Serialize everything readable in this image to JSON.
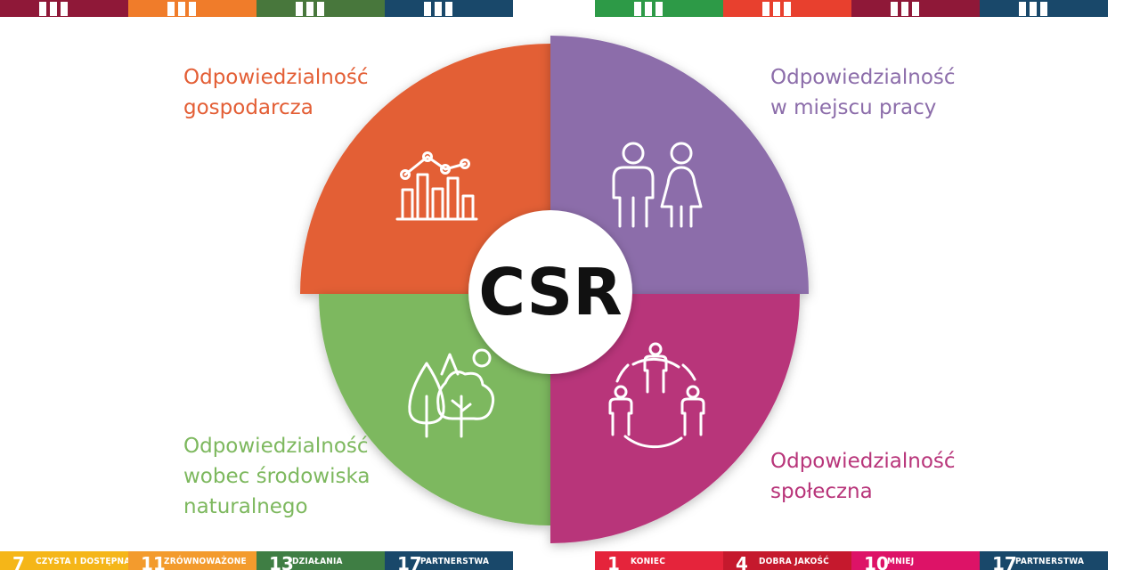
{
  "center_label": "CSR",
  "segments": [
    {
      "id": "economic",
      "lines": [
        "Odpowiedzialność",
        "gospodarcza"
      ],
      "color": "#e35e35",
      "icon": "bar-chart-icon"
    },
    {
      "id": "workplace",
      "lines": [
        "Odpowiedzialność",
        "w miejscu pracy"
      ],
      "color": "#8c6daa",
      "icon": "people-icon"
    },
    {
      "id": "environment",
      "lines": [
        "Odpowiedzialność",
        "wobec środowiska",
        "naturalnego"
      ],
      "color": "#7db85e",
      "icon": "trees-icon"
    },
    {
      "id": "social",
      "lines": [
        "Odpowiedzialność",
        "społeczna"
      ],
      "color": "#b8357a",
      "icon": "community-icon"
    }
  ],
  "sdg_tiles": {
    "top_left": [
      {
        "color": "#8f1838"
      },
      {
        "color": "#f07c2a"
      },
      {
        "color": "#48773c"
      },
      {
        "color": "#19486a"
      }
    ],
    "top_right": [
      {
        "color": "#2d9a47"
      },
      {
        "color": "#e8402e"
      },
      {
        "color": "#8f1838"
      },
      {
        "color": "#19486a"
      }
    ],
    "bottom_left": [
      {
        "number": "7",
        "label": "CZYSTA I DOSTĘPNA",
        "color": "#f5b618"
      },
      {
        "number": "11",
        "label": "ZRÓWNOWAŻONE",
        "color": "#f39b2d"
      },
      {
        "number": "13",
        "label": "DZIAŁANIA",
        "color": "#3f7e44"
      },
      {
        "number": "17",
        "label": "PARTNERSTWA",
        "color": "#19486a"
      }
    ],
    "bottom_right": [
      {
        "number": "1",
        "label": "KONIEC",
        "color": "#e5243b"
      },
      {
        "number": "4",
        "label": "DOBRA JAKOŚĆ",
        "color": "#c5192d"
      },
      {
        "number": "10",
        "label": "MNIEJ",
        "color": "#dd1367"
      },
      {
        "number": "17",
        "label": "PARTNERSTWA",
        "color": "#19486a"
      }
    ]
  }
}
